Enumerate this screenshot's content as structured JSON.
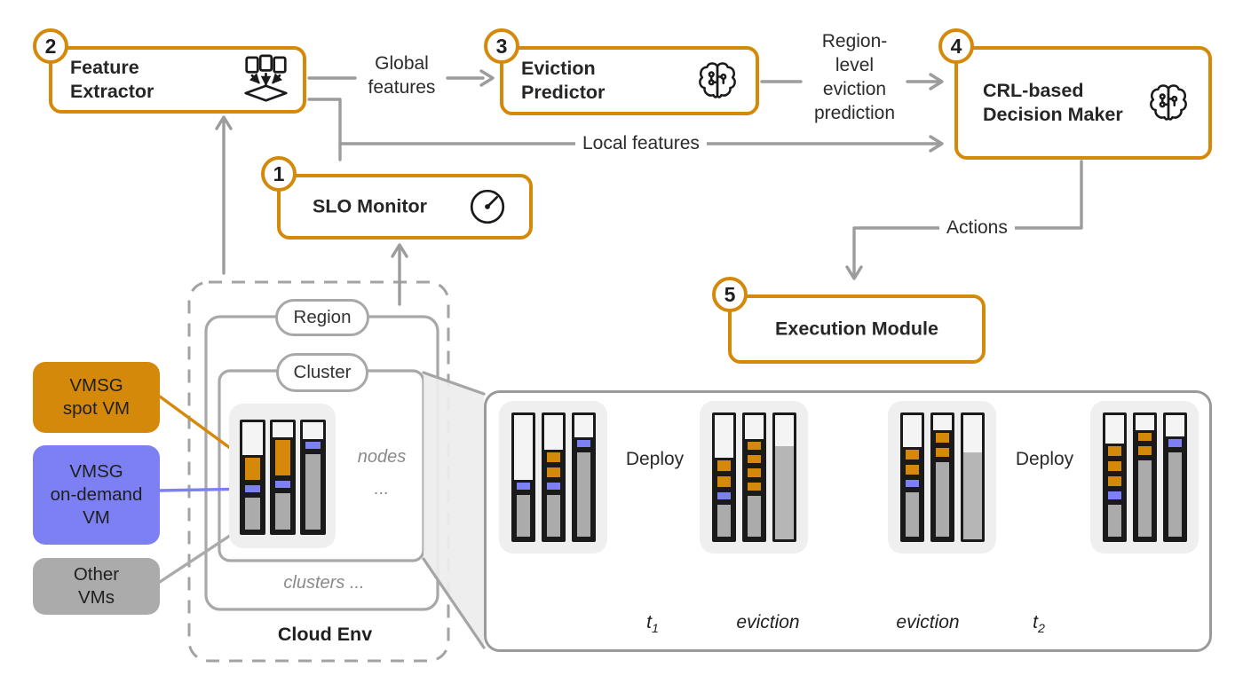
{
  "palette": {
    "orange": "#D5890B",
    "blue": "#7C80F2",
    "gray_vm": "#ABABAB",
    "plain_gray": "#B6B6B6",
    "outline": "#1A1A1A",
    "line_gray": "#9C9C9C",
    "accent_orange": "#D5890B",
    "bar_bg": "#F4F4F4",
    "group_bg": "#EFEFEF",
    "text_dark": "#2B2B2B",
    "text_muted": "#8A8A8A",
    "border_gray": "#A5A5A5",
    "brace_blue": "#7C80F2"
  },
  "modules": {
    "slo_monitor": {
      "number": "1",
      "label": "SLO Monitor",
      "icon": "gauge-icon"
    },
    "feature_extractor": {
      "number": "2",
      "lines": [
        "Feature",
        "Extractor"
      ],
      "icon": "extract-icon"
    },
    "eviction_predictor": {
      "number": "3",
      "lines": [
        "Eviction",
        "Predictor"
      ],
      "icon": "brain-icon"
    },
    "decision_maker": {
      "number": "4",
      "lines": [
        "CRL-based",
        "Decision Maker"
      ],
      "icon": "brain-icon"
    },
    "execution_module": {
      "number": "5",
      "label": "Execution Module"
    }
  },
  "edges": {
    "global_features": "Global features",
    "region_level_prediction": "Region-level eviction prediction",
    "local_features": "Local features",
    "actions": "Actions"
  },
  "cloud": {
    "region_label": "Region",
    "cluster_label": "Cluster",
    "nodes_label": "nodes",
    "nodes_more": "...",
    "clusters_label": "clusters ...",
    "title": "Cloud Env"
  },
  "legend": {
    "items": [
      {
        "id": "vmsg-spot-vm",
        "lines": [
          "VMSG",
          "spot VM"
        ],
        "color": "orange"
      },
      {
        "id": "vmsg-on-demand-vm",
        "lines": [
          "VMSG",
          "on-demand",
          "VM"
        ],
        "color": "blue"
      },
      {
        "id": "other-vms",
        "lines": [
          "Other",
          "VMs"
        ],
        "color": "gray_vm"
      }
    ]
  },
  "timeline": {
    "deploy_label": "Deploy",
    "events": [
      {
        "base": "t",
        "sub": "1",
        "color": "blue"
      },
      {
        "base": "eviction",
        "sub": "",
        "color": "orange"
      },
      {
        "base": "eviction",
        "sub": "",
        "color": "orange"
      },
      {
        "base": "t",
        "sub": "2",
        "color": "blue"
      }
    ]
  },
  "node_bars": {
    "cluster": [
      [
        {
          "c": "gray_vm",
          "h": 34
        },
        {
          "c": "blue",
          "h": 11
        },
        {
          "c": "orange",
          "h": 25
        }
      ],
      [
        {
          "c": "gray_vm",
          "h": 38
        },
        {
          "c": "blue",
          "h": 11
        },
        {
          "c": "orange",
          "h": 37
        }
      ],
      [
        {
          "c": "gray_vm",
          "h": 73
        },
        {
          "c": "blue",
          "h": 12
        }
      ]
    ],
    "states": [
      [
        [
          {
            "c": "gray_vm",
            "h": 38
          },
          {
            "c": "blue",
            "h": 10
          }
        ],
        [
          {
            "c": "gray_vm",
            "h": 38
          },
          {
            "c": "blue",
            "h": 10
          },
          {
            "c": "orange",
            "h": 12
          },
          {
            "c": "orange",
            "h": 12
          }
        ],
        [
          {
            "c": "gray_vm",
            "h": 72
          },
          {
            "c": "blue",
            "h": 10
          }
        ]
      ],
      [
        [
          {
            "c": "gray_vm",
            "h": 30
          },
          {
            "c": "blue",
            "h": 10
          },
          {
            "c": "orange",
            "h": 13
          },
          {
            "c": "orange",
            "h": 13
          }
        ],
        [
          {
            "c": "gray_vm",
            "h": 37
          },
          {
            "c": "orange",
            "h": 11
          },
          {
            "c": "orange",
            "h": 11
          },
          {
            "c": "orange",
            "h": 11
          },
          {
            "c": "orange",
            "h": 11
          }
        ],
        [
          {
            "c": "plain_gray",
            "h": 75,
            "plain": true
          }
        ]
      ],
      [
        [
          {
            "c": "gray_vm",
            "h": 40
          },
          {
            "c": "blue",
            "h": 10
          },
          {
            "c": "orange",
            "h": 12
          },
          {
            "c": "orange",
            "h": 12
          }
        ],
        [
          {
            "c": "gray_vm",
            "h": 64
          },
          {
            "c": "orange",
            "h": 12
          },
          {
            "c": "orange",
            "h": 12
          }
        ],
        [
          {
            "c": "plain_gray",
            "h": 70,
            "plain": true
          }
        ]
      ],
      [
        [
          {
            "c": "gray_vm",
            "h": 30
          },
          {
            "c": "blue",
            "h": 11
          },
          {
            "c": "orange",
            "h": 12
          },
          {
            "c": "orange",
            "h": 12
          },
          {
            "c": "orange",
            "h": 12
          }
        ],
        [
          {
            "c": "gray_vm",
            "h": 66
          },
          {
            "c": "orange",
            "h": 11
          },
          {
            "c": "orange",
            "h": 11
          }
        ],
        [
          {
            "c": "gray_vm",
            "h": 72
          },
          {
            "c": "blue",
            "h": 11
          }
        ]
      ]
    ]
  }
}
